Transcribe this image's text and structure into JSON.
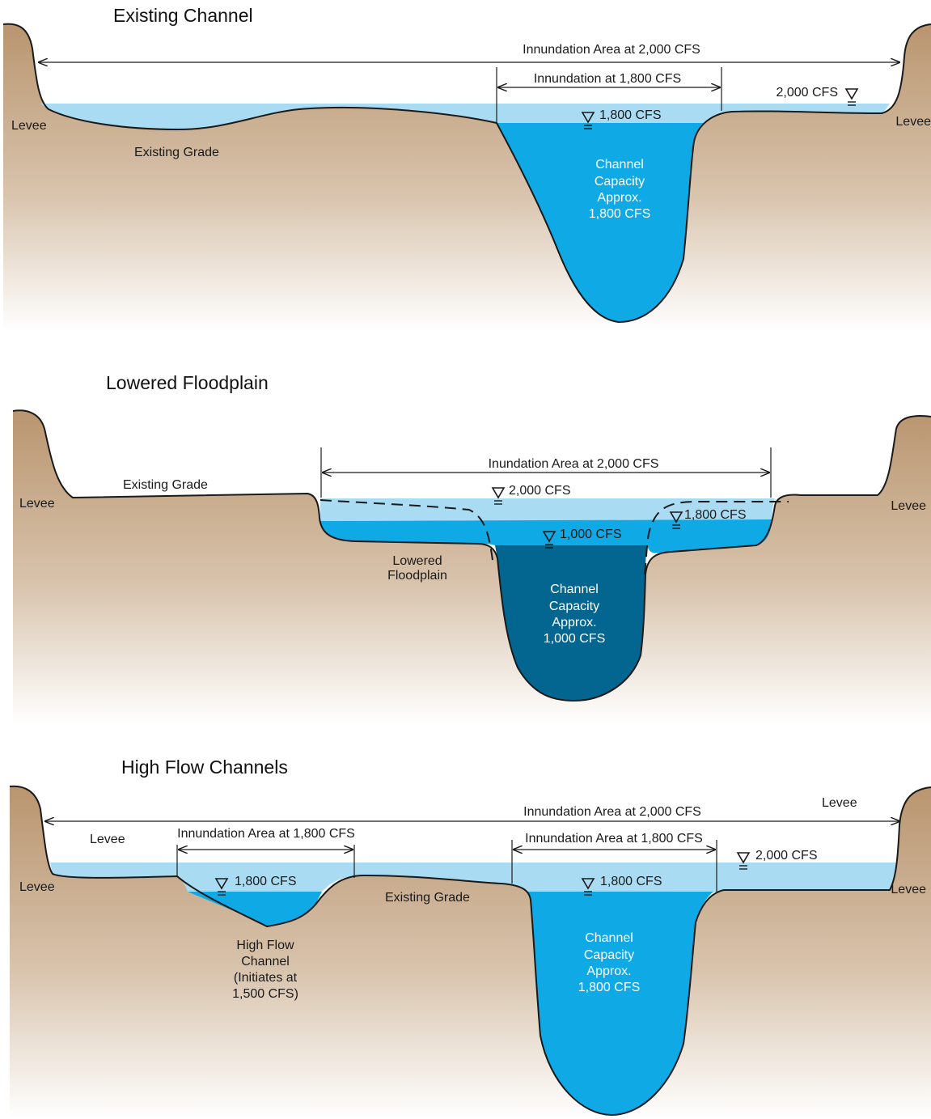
{
  "panels": [
    {
      "title": "Existing Channel",
      "labels": {
        "levee_left": "Levee",
        "levee_right": "Levee",
        "existing_grade": "Existing Grade",
        "inundation_total": "Innundation Area at 2,000 CFS",
        "inundation_channel": "Innundation at 1,800 CFS",
        "wse_2000": "2,000 CFS",
        "wse_1800": "1,800 CFS",
        "capacity": [
          "Channel",
          "Capacity",
          "Approx.",
          "1,800 CFS"
        ]
      }
    },
    {
      "title": "Lowered Floodplain",
      "labels": {
        "levee_left": "Levee",
        "levee_right": "Levee",
        "existing_grade": "Existing Grade",
        "inundation_total": "Inundation Area at 2,000 CFS",
        "wse_2000": "2,000 CFS",
        "wse_1800": "1,800 CFS",
        "wse_1000": "1,000 CFS",
        "lowered_floodplain": [
          "Lowered",
          "Floodplain"
        ],
        "capacity": [
          "Channel",
          "Capacity",
          "Approx.",
          "1,000 CFS"
        ]
      }
    },
    {
      "title": "High Flow Channels",
      "labels": {
        "levee_left": "Levee",
        "levee_right": "Levee",
        "levee_left_top": "Levee",
        "levee_right_top": "Levee",
        "existing_grade": "Existing Grade",
        "inundation_total": "Innundation Area at 2,000 CFS",
        "inundation_hfc": "Innundation Area at 1,800 CFS",
        "inundation_channel": "Innundation Area at 1,800 CFS",
        "wse_2000": "2,000 CFS",
        "wse_1800_hfc": "1,800 CFS",
        "wse_1800_channel": "1,800 CFS",
        "high_flow_channel": [
          "High Flow",
          "Channel",
          "(Initiates at",
          "1,500 CFS)"
        ],
        "capacity": [
          "Channel",
          "Capacity",
          "Approx.",
          "1,800 CFS"
        ]
      }
    }
  ],
  "colors": {
    "ground_top": "#b9956f",
    "ground_bottom": "#ffffff",
    "water_light": "#a9dcf3",
    "water_mid": "#0fa9e6",
    "water_dark": "#036690"
  },
  "icons": [
    "water-surface-icon"
  ]
}
